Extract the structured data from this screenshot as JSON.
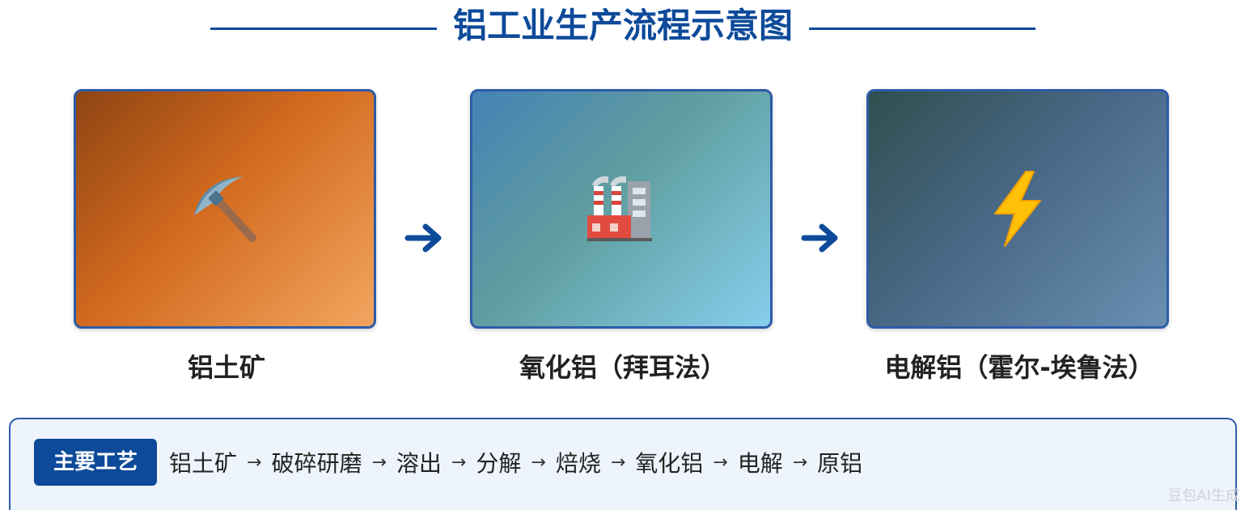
{
  "title": "铝工业生产流程示意图",
  "stages": [
    {
      "label": "铝土矿",
      "icon": "pickaxe-icon"
    },
    {
      "label": "氧化铝（拜耳法）",
      "icon": "factory-icon"
    },
    {
      "label": "电解铝（霍尔-埃鲁法）",
      "icon": "lightning-icon"
    }
  ],
  "process": {
    "badge": "主要工艺",
    "steps": [
      "铝土矿",
      "破碎研磨",
      "溶出",
      "分解",
      "焙烧",
      "氧化铝",
      "电解",
      "原铝"
    ],
    "separator": "→"
  },
  "watermark": "豆包AI生成",
  "colors": {
    "accent": "#0d4a9a",
    "card_border": "#2d5ca8",
    "process_bg": "#eef4fb"
  }
}
